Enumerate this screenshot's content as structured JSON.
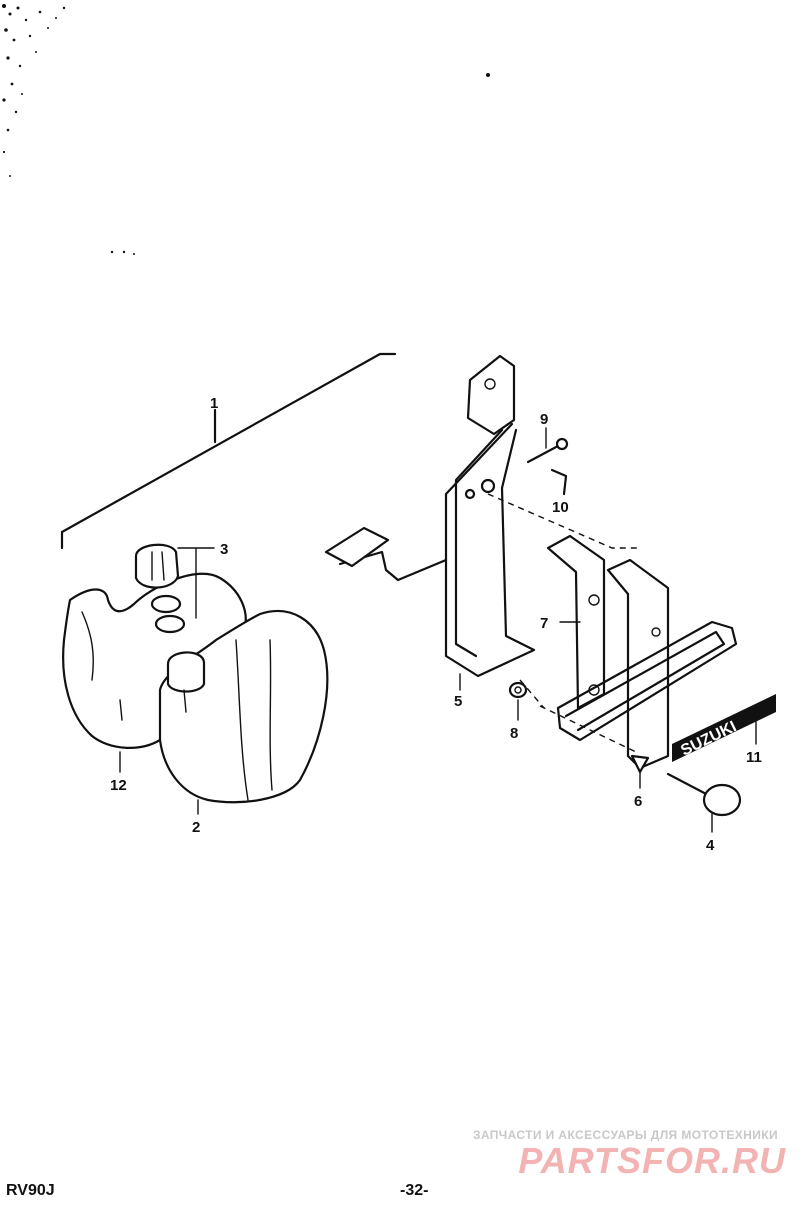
{
  "diagram": {
    "callouts": {
      "c1": "1",
      "c2": "2",
      "c3": "3",
      "c4": "4",
      "c5": "5",
      "c6": "6",
      "c7": "7",
      "c8": "8",
      "c9": "9",
      "c10": "10",
      "c11": "11",
      "c12": "12"
    },
    "emblem_text": "SUZUKI"
  },
  "footer": {
    "model": "RV90J",
    "page": "-32-"
  },
  "watermark": {
    "tagline": "ЗАПЧАСТИ И АКСЕССУАРЫ ДЛЯ МОТОТЕХНИКИ",
    "brand": "PARTSFOR.RU"
  },
  "colors": {
    "ink": "#111111",
    "background": "#ffffff",
    "watermark_red": "#f3b3b3",
    "watermark_gray": "#c8c8c8"
  }
}
